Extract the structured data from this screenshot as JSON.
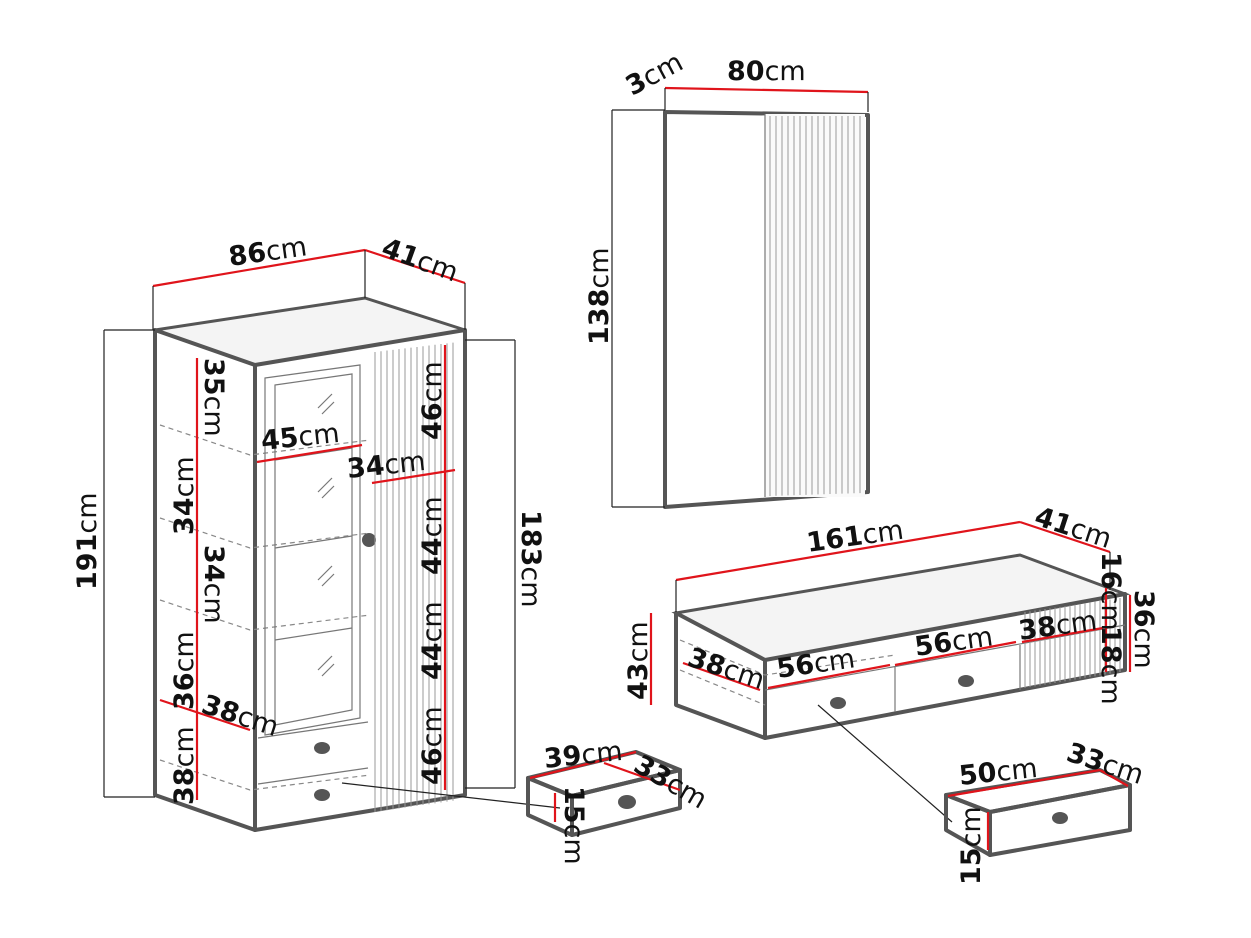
{
  "unit": "cm",
  "colors": {
    "dimension_line": "#e0141b",
    "outline": "#555555",
    "text": "#111111"
  },
  "cabinet": {
    "width": "86",
    "depth": "41",
    "height_total": "191",
    "height_body": "183",
    "shelf_heights_left": [
      "35",
      "34",
      "34",
      "36",
      "38"
    ],
    "shelf_depth_label": "38",
    "shelf_width_label": "45",
    "right_compartment_width": "34",
    "right_compartment_heights": [
      "46",
      "44",
      "44",
      "46"
    ]
  },
  "cabinet_drawer": {
    "width": "39",
    "depth": "33",
    "height": "15"
  },
  "mirror": {
    "depth": "3",
    "width": "80",
    "height": "138"
  },
  "tv_stand": {
    "width": "161",
    "depth": "41",
    "height": "43",
    "top_clearance": "16",
    "right_height": "36",
    "right_lower": "18",
    "compartment_depth": "38",
    "compartment_widths": [
      "56",
      "56",
      "38"
    ]
  },
  "tv_drawer": {
    "width": "50",
    "depth": "33",
    "height": "15"
  }
}
